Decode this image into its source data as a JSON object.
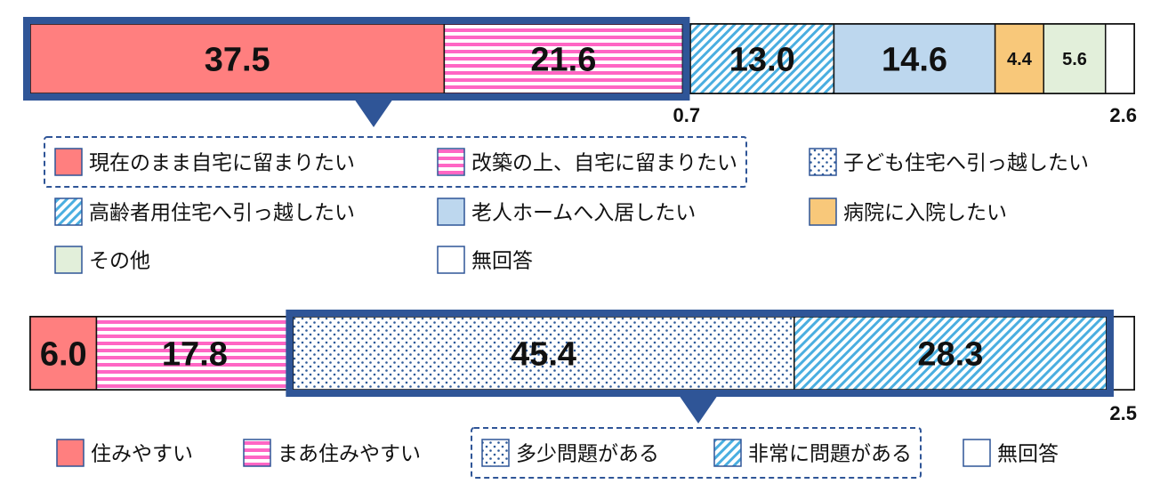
{
  "chart_data": [
    {
      "type": "bar",
      "orientation": "horizontal",
      "stacked_percent": true,
      "categories": [
        "現在のまま自宅に留まりたい",
        "改築の上、自宅に留まりたい",
        "子ども住宅へ引っ越したい",
        "高齢者用住宅へ引っ越したい",
        "老人ホームへ入居したい",
        "病院に入院したい",
        "その他",
        "無回答"
      ],
      "values": [
        37.5,
        21.6,
        0.7,
        13.0,
        14.6,
        4.4,
        5.6,
        2.6
      ],
      "value_labels": [
        "37.5",
        "21.6",
        "0.7",
        "13.0",
        "14.6",
        "4.4",
        "5.6",
        "2.6"
      ],
      "colors": [
        "#ff7f7f",
        "#ff66c4",
        "#2e5b9a",
        "#4aaee0",
        "#bdd7ee",
        "#f8c87a",
        "#e2efda",
        "#ffffff"
      ],
      "patterns": [
        "solid",
        "h-stripes",
        "dots",
        "diagonal",
        "solid",
        "solid",
        "solid",
        "solid"
      ],
      "legend_position": "below",
      "highlighted_group": [
        0,
        1
      ]
    },
    {
      "type": "bar",
      "orientation": "horizontal",
      "stacked_percent": true,
      "categories": [
        "住みやすい",
        "まあ住みやすい",
        "多少問題がある",
        "非常に問題がある",
        "無回答"
      ],
      "values": [
        6.0,
        17.8,
        45.4,
        28.3,
        2.5
      ],
      "value_labels": [
        "6.0",
        "17.8",
        "45.4",
        "28.3",
        "2.5"
      ],
      "colors": [
        "#ff7f7f",
        "#ff66c4",
        "#2e5b9a",
        "#4aaee0",
        "#ffffff"
      ],
      "patterns": [
        "solid",
        "h-stripes",
        "dots",
        "diagonal",
        "solid"
      ],
      "legend_position": "below",
      "highlighted_group": [
        2,
        3
      ]
    }
  ]
}
